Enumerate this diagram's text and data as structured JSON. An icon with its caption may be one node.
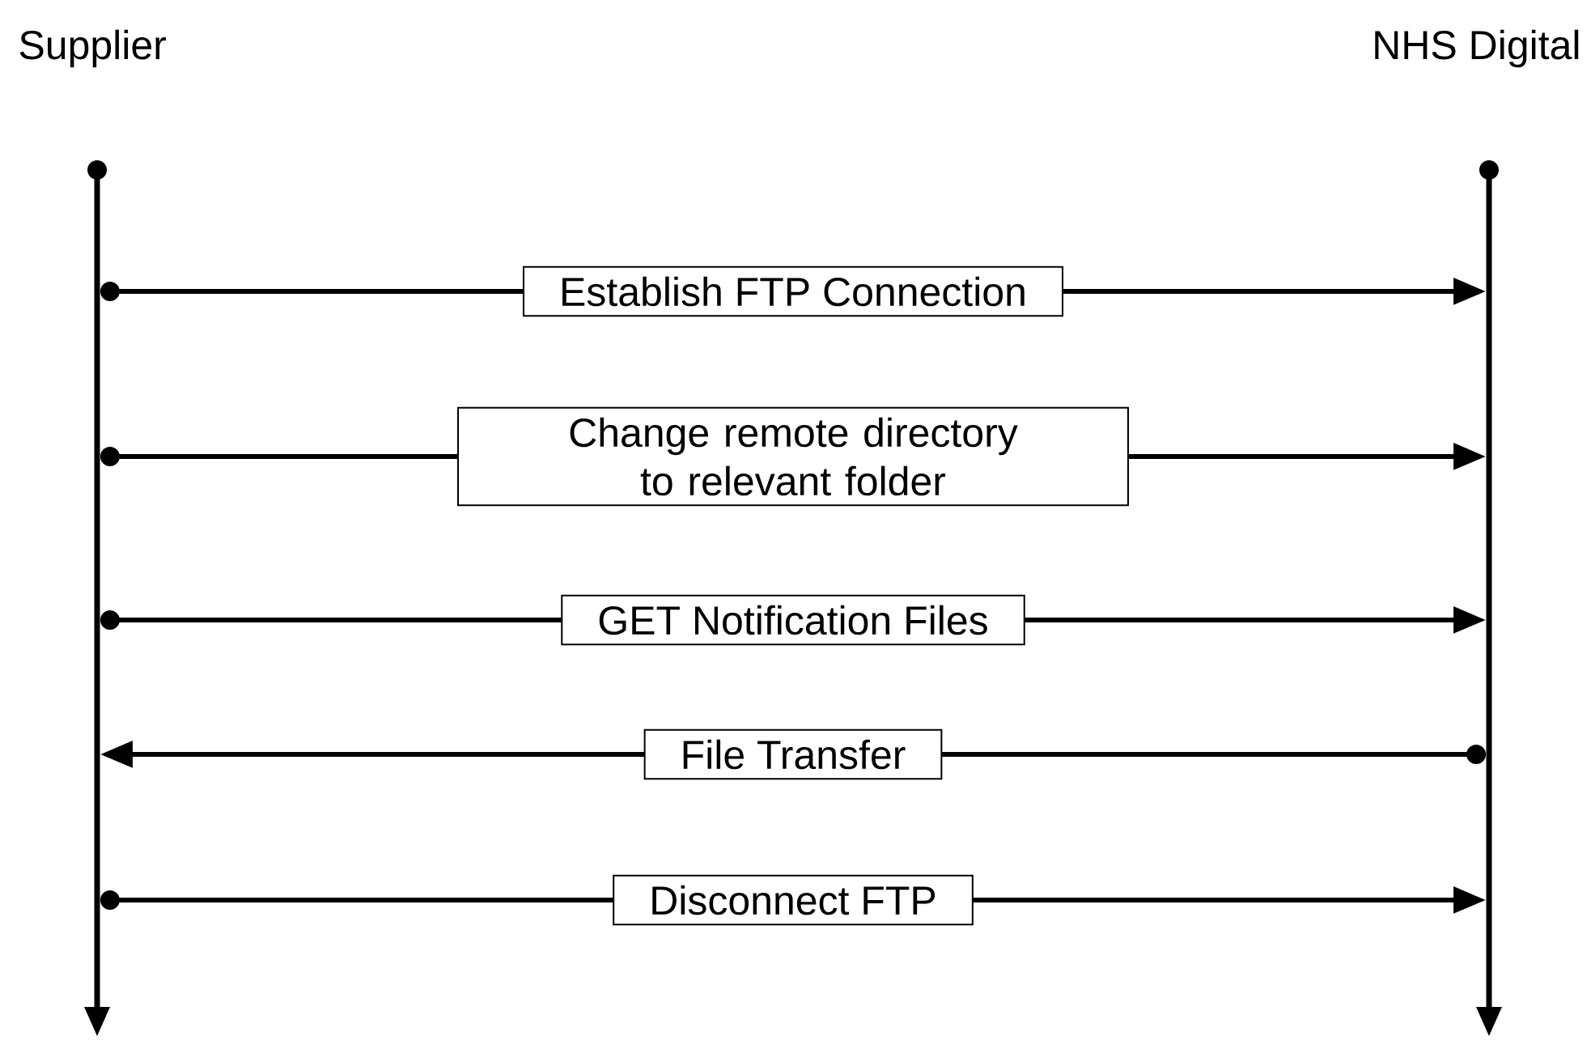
{
  "diagram": {
    "nodes": [
      {
        "text": [
          "Supplier"
        ]
      },
      {
        "text": [
          "NHS Digital"
        ]
      },
      {
        "text": [],
        "shape": "bar"
      },
      {
        "text": [],
        "shape": "bar"
      }
    ],
    "edges": [
      {
        "from": 2,
        "to": 3,
        "arrow": "to",
        "label": "Establish FTP Connection"
      },
      {
        "from": 2,
        "to": 3,
        "arrow": "to",
        "label": "Change remote directory to relevant folder"
      },
      {
        "from": 2,
        "to": 3,
        "arrow": "to",
        "label": "GET Notification Files"
      },
      {
        "from": 3,
        "to": 2,
        "arrow": "to",
        "label": "File Transfer"
      },
      {
        "from": 2,
        "to": 3,
        "arrow": "to",
        "label": "Disconnect FTP"
      }
    ]
  }
}
